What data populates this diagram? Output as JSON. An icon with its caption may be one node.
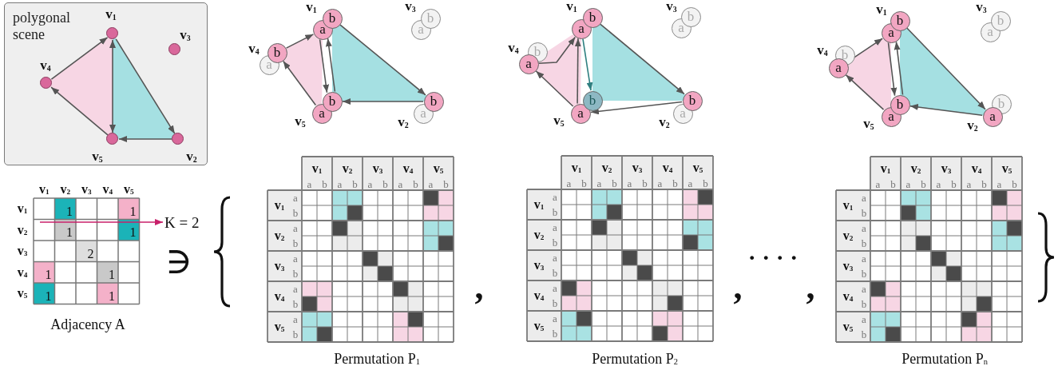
{
  "diagram": {
    "nodes": [
      {
        "text": [
          "polygonal scene"
        ]
      },
      {
        "text": [],
        "shape": "circle",
        "in": 0,
        "beside": [
          "v$_{1}$"
        ]
      },
      {
        "text": [],
        "shape": "circle",
        "in": 0,
        "beside": [
          "v$_{2}$"
        ]
      },
      {
        "text": [],
        "shape": "circle",
        "in": 0,
        "beside": [
          "v$_{3}$"
        ]
      },
      {
        "text": [],
        "shape": "circle",
        "in": 0,
        "beside": [
          "v$_{4}$"
        ]
      },
      {
        "text": [],
        "shape": "circle",
        "in": 0,
        "beside": [
          "v$_{5}$"
        ]
      },
      {
        "text": [
          "K = 2"
        ]
      },
      {
        "text": [
          "a"
        ],
        "beside": [
          "v$_{1}$"
        ]
      },
      {
        "text": [
          "b"
        ]
      },
      {
        "text": [
          "a"
        ],
        "beside": [
          "v$_{2}$"
        ]
      },
      {
        "text": [
          "b"
        ]
      },
      {
        "text": [
          "a"
        ],
        "beside": [
          "v$_{3}$"
        ]
      },
      {
        "text": [
          "b"
        ]
      },
      {
        "text": [
          "a"
        ],
        "beside": [
          "v$_{4}$"
        ]
      },
      {
        "text": [
          "b"
        ]
      },
      {
        "text": [
          "a"
        ],
        "beside": [
          "v$_{5}$"
        ]
      },
      {
        "text": [
          "b"
        ]
      },
      {
        "text": [
          "a"
        ],
        "beside": [
          "v$_{1}$"
        ]
      },
      {
        "text": [
          "b"
        ]
      },
      {
        "text": [
          "a"
        ],
        "beside": [
          "v$_{2}$"
        ]
      },
      {
        "text": [
          "b"
        ]
      },
      {
        "text": [
          "a"
        ],
        "beside": [
          "v$_{3}$"
        ]
      },
      {
        "text": [
          "b"
        ]
      },
      {
        "text": [
          "a"
        ],
        "beside": [
          "v$_{4}$"
        ]
      },
      {
        "text": [
          "b"
        ]
      },
      {
        "text": [
          "a"
        ],
        "beside": [
          "v$_{5}$"
        ]
      },
      {
        "text": [
          "b"
        ]
      },
      {
        "text": [
          "a"
        ],
        "beside": [
          "v$_{1}$"
        ]
      },
      {
        "text": [
          "b"
        ]
      },
      {
        "text": [
          "a"
        ],
        "beside": [
          "v$_{2}$"
        ]
      },
      {
        "text": [
          "b"
        ]
      },
      {
        "text": [
          "a"
        ],
        "beside": [
          "v$_{3}$"
        ]
      },
      {
        "text": [
          "b"
        ]
      },
      {
        "text": [
          "a"
        ],
        "beside": [
          "v$_{4}$"
        ]
      },
      {
        "text": [
          "b"
        ]
      },
      {
        "text": [
          "a"
        ],
        "beside": [
          "v$_{5}$"
        ]
      },
      {
        "text": [
          "b"
        ]
      }
    ],
    "edges": [
      {
        "from": 4,
        "to": 1,
        "arrow": "to"
      },
      {
        "from": 1,
        "to": 5,
        "arrow": "both"
      },
      {
        "from": 1,
        "to": 2,
        "arrow": "to"
      },
      {
        "from": 2,
        "to": 5,
        "arrow": "to"
      },
      {
        "from": 5,
        "to": 4,
        "arrow": "to"
      },
      {
        "from": null,
        "to": 6,
        "arrow": "to",
        "color": "#c8206a"
      },
      {
        "from": 14,
        "to": 7,
        "arrow": "to"
      },
      {
        "from": 7,
        "to": 16,
        "arrow": "to"
      },
      {
        "from": 16,
        "to": 7,
        "arrow": "to"
      },
      {
        "from": 8,
        "to": 10,
        "arrow": "to"
      },
      {
        "from": 10,
        "to": 16,
        "arrow": "to"
      },
      {
        "from": 15,
        "to": 14,
        "arrow": "to"
      },
      {
        "from": 23,
        "to": 17,
        "arrow": "to"
      },
      {
        "from": 17,
        "to": 26,
        "arrow": "to",
        "color": "#2f7f80"
      },
      {
        "from": 25,
        "to": 17,
        "arrow": "to"
      },
      {
        "from": 18,
        "to": 20,
        "arrow": "to"
      },
      {
        "from": 20,
        "to": 25,
        "arrow": "to"
      },
      {
        "from": 25,
        "to": 23,
        "arrow": "to"
      },
      {
        "from": 33,
        "to": 27,
        "arrow": "to"
      },
      {
        "from": 27,
        "to": 36,
        "arrow": "to"
      },
      {
        "from": 36,
        "to": 27,
        "arrow": "to"
      },
      {
        "from": 28,
        "to": 29,
        "arrow": "to"
      },
      {
        "from": 29,
        "to": 36,
        "arrow": "to"
      },
      {
        "from": 35,
        "to": 33,
        "arrow": "to"
      }
    ],
    "labels": [
      "v$_{1}$",
      "v$_{2}$",
      "v$_{3}$",
      "v$_{4}$",
      "v$_{5}$",
      "v$_{1}$",
      "1",
      "1",
      "v$_{2}$",
      "1",
      "1",
      "v$_{3}$",
      "2",
      "v$_{4}$",
      "1",
      "1",
      "v$_{5}$",
      "1",
      "1",
      "Adjacency A",
      "∋",
      "v$_{1}$",
      "v$_{2}$",
      "v$_{3}$",
      "v$_{4}$",
      "v$_{5}$",
      "a",
      "b",
      "a",
      "b",
      "a",
      "b",
      "a",
      "b",
      "a",
      "b",
      "v$_{1}$",
      "a",
      "b",
      "v$_{2}$",
      "a",
      "b",
      "v$_{3}$",
      "a",
      "b",
      "v$_{4}$",
      "a",
      "b",
      "v$_{5}$",
      "a",
      "b",
      "Permutation P$_{1}$",
      ",",
      "v$_{1}$",
      "v$_{2}$",
      "v$_{3}$",
      "v$_{4}$",
      "v$_{5}$",
      "a",
      "b",
      "a",
      "b",
      "a",
      "b",
      "a",
      "b",
      "a",
      "b",
      "v$_{1}$",
      "a",
      "b",
      "v$_{2}$",
      "a",
      "b",
      "v$_{3}$",
      "a",
      "b",
      "v$_{4}$",
      "a",
      "b",
      "v$_{5}$",
      "a",
      "b",
      "Permutation P$_{2}$",
      ",",
      "· · · ·",
      ",",
      "v$_{1}$",
      "v$_{2}$",
      "v$_{3}$",
      "v$_{4}$",
      "v$_{5}$",
      "a",
      "b",
      "a",
      "b",
      "a",
      "b",
      "a",
      "b",
      "a",
      "b",
      "v$_{1}$",
      "a",
      "b",
      "v$_{2}$",
      "a",
      "b",
      "v$_{3}$",
      "a",
      "b",
      "v$_{4}$",
      "a",
      "b",
      "v$_{5}$",
      "a",
      "b",
      "Permutation P$_{n}$"
    ]
  }
}
